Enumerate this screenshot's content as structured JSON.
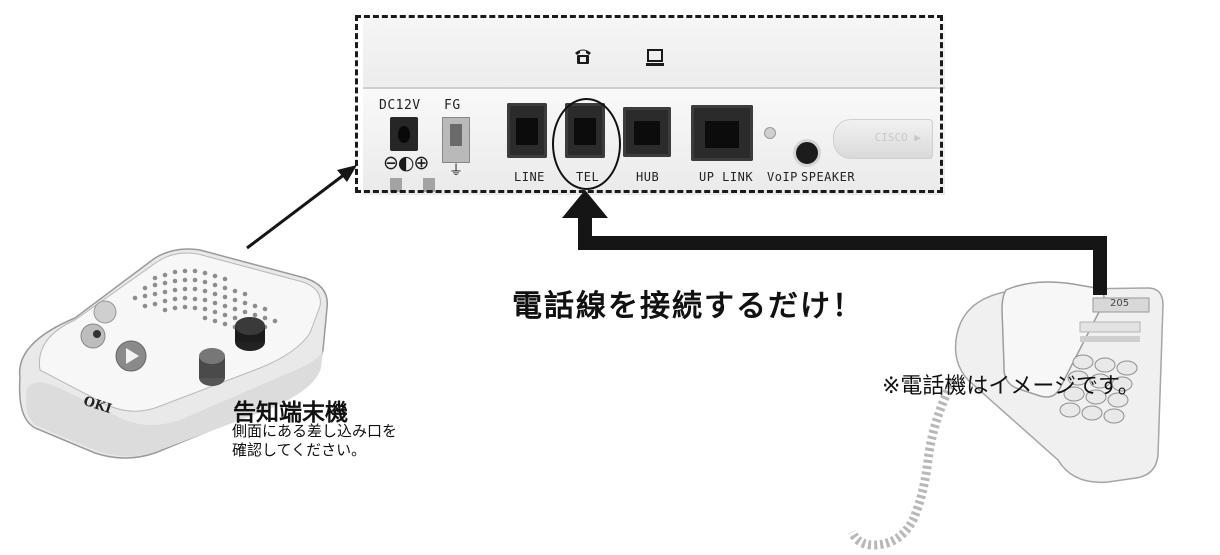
{
  "router": {
    "dc_label": "DC12V",
    "fg_label": "FG",
    "ports": [
      {
        "label": "LINE"
      },
      {
        "label": "TEL"
      },
      {
        "label": "HUB"
      },
      {
        "label": "UP LINK"
      }
    ],
    "voip_label": "VoIP",
    "speaker_label": "SPEAKER",
    "polarity_symbol": "⊖◐⊕",
    "ground_symbol": "⏚",
    "phone_port_icon": "phone-icon",
    "pc_port_icon": "computer-icon",
    "brand_label": "CISCO ▶",
    "highlighted_port": "TEL"
  },
  "terminal": {
    "brand": "OKI",
    "title": "告知端末機",
    "description_line1": "側面にある差し込み口を",
    "description_line2": "確認してください。"
  },
  "headline": "電話線を接続するだけ！",
  "note": "※電話機はイメージです。",
  "phone": {
    "display_text": "205"
  },
  "colors": {
    "line": "#111111",
    "panel": "#efefef",
    "arrow": "#151515"
  }
}
